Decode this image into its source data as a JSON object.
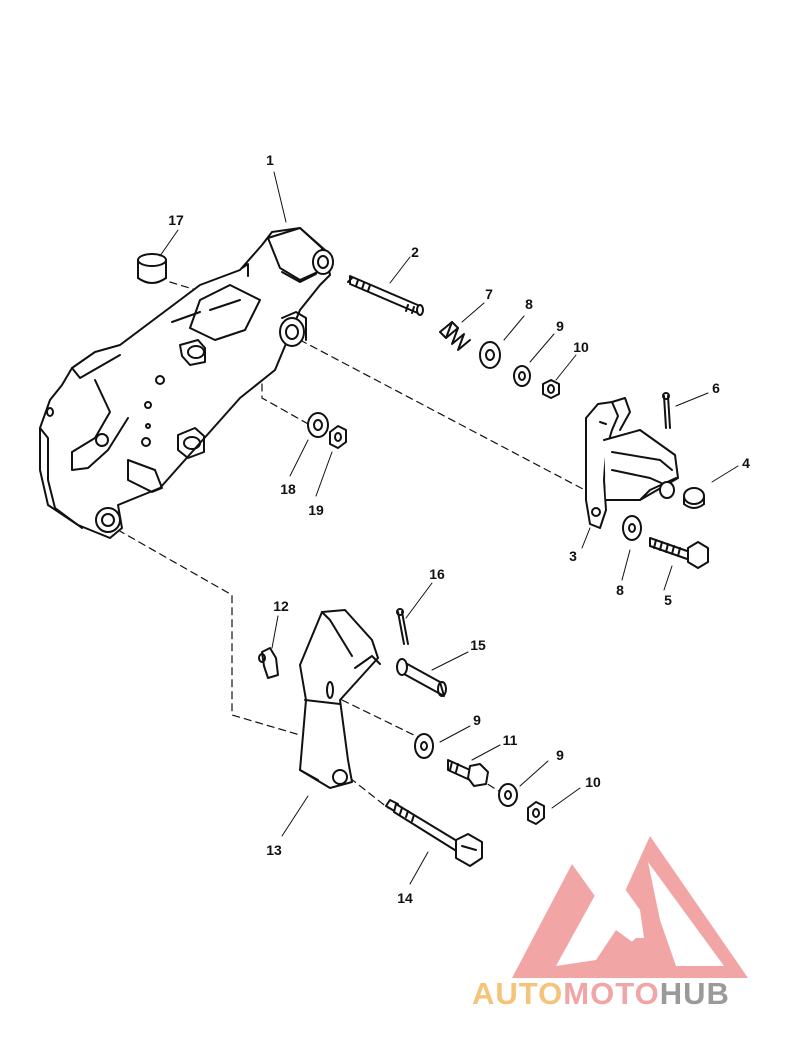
{
  "colors": {
    "line": "#111111",
    "paper": "#ffffff",
    "logo_red": "#f2a5a5",
    "logo_orange": "#f6c37a",
    "logo_gray": "#9a9a9a"
  },
  "callouts": [
    "1",
    "2",
    "3",
    "4",
    "5",
    "6",
    "7",
    "8",
    "9",
    "10",
    "11",
    "12",
    "13",
    "14",
    "15",
    "16",
    "17",
    "18",
    "19"
  ],
  "labels": {
    "l1": "1",
    "l2": "2",
    "l3": "3",
    "l4": "4",
    "l5": "5",
    "l6": "6",
    "l7": "7",
    "l8a": "8",
    "l8b": "8",
    "l9a": "9",
    "l9b": "9",
    "l9c": "9",
    "l10a": "10",
    "l10b": "10",
    "l11": "11",
    "l12": "12",
    "l13": "13",
    "l14": "14",
    "l15": "15",
    "l16": "16",
    "l17": "17",
    "l18": "18",
    "l19": "19"
  },
  "watermark": {
    "part1": "AUTO",
    "part2": "MOTO",
    "part3": "HUB"
  }
}
